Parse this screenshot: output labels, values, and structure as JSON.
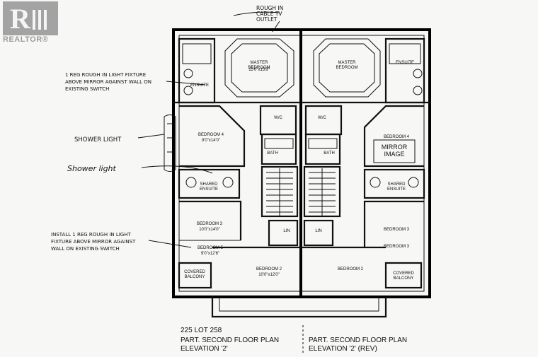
{
  "logo": {
    "text": "REALTOR®"
  },
  "annotations": {
    "top_right": "ROUGH IN CABLE TV OUTLET",
    "left_1": "1 REG ROUGH IN LIGHT FIXTURE ABOVE MIRROR AGAINST WALL ON EXISTING SWITCH",
    "left_2": "SHOWER LIGHT",
    "left_3": "Shower light",
    "left_4": "INSTALL 1 REG ROUGH IN LIGHT FIXTURE ABOVE MIRROR AGAINST WALL ON EXISTING SWITCH"
  },
  "rooms_left": {
    "master": "MASTER BEDROOM",
    "master_dim": "15'0\"x15'8\"",
    "ensuite": "ENSUITE",
    "wic": "W/C",
    "bath": "BATH",
    "bedroom4": "BEDROOM 4",
    "bedroom4_dim": "9'0\"x14'0\"",
    "shared_ensuite": "SHARED ENSUITE",
    "bedroom3": "BEDROOM 3",
    "bedroom3_dim": "10'0\"x14'0\"",
    "bedroom5": "BEDROOM 5",
    "bedroom5_dim": "9'0\"x12'6\"",
    "covered_balcony": "COVERED BALCONY",
    "bedroom2": "BEDROOM 2",
    "bedroom2_dim": "10'0\"x12'0\"",
    "lin": "LIN"
  },
  "rooms_right": {
    "master": "MASTER BEDROOM",
    "ensuite": "ENSUITE",
    "wic": "W/C",
    "bath": "BATH",
    "bedroom4": "BEDROOM 4",
    "mirror_image": "MIRROR IMAGE",
    "shared_ensuite": "SHARED ENSUITE",
    "bedroom3a": "BEDROOM 3",
    "bedroom3b": "BEDROOM 3",
    "covered_balcony": "COVERED BALCONY",
    "bedroom2": "BEDROOM 2",
    "lin": "LIN"
  },
  "footer": {
    "lot": "225  LOT 258",
    "left_title": "PART. SECOND FLOOR PLAN",
    "left_elev": "ELEVATION '2'",
    "right_title": "PART. SECOND FLOOR PLAN",
    "right_elev": "ELEVATION '2' (REV)"
  },
  "colors": {
    "ink": "#111111",
    "paper": "#f7f7f5",
    "logo": "#9a9a9a"
  }
}
